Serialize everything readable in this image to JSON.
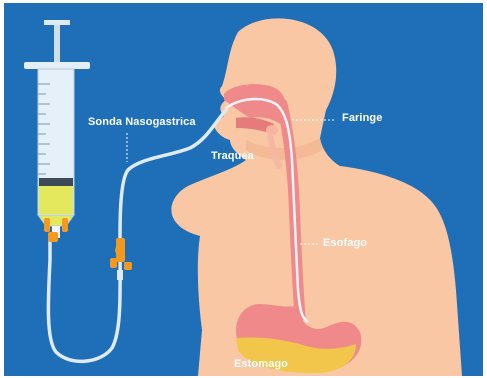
{
  "labels": {
    "sonda": "Sonda Nasogastrica",
    "faringe": "Faringe",
    "traquea": "Traquea",
    "esofago": "Esofago",
    "estomago": "Estomago"
  },
  "colors": {
    "background": "#1f6fb8",
    "skin": "#f9c7a3",
    "skin_shade": "#eeae8a",
    "esophagus": "#f08a8a",
    "stomach_content": "#f2c64a",
    "tube": "#dfeaf3",
    "syringe_fluid": "#e3e85c",
    "connector": "#f39a1e"
  },
  "icons": {
    "syringe": "syringe-icon",
    "valve": "valve-icon"
  }
}
